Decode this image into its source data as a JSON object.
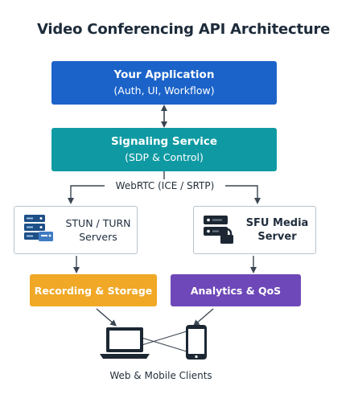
{
  "title": "Video Conferencing API Architecture",
  "app": {
    "title": "Your Application",
    "subtitle": "(Auth, UI, Workflow)"
  },
  "signaling": {
    "title": "Signaling Service",
    "subtitle": "(SDP & Control)"
  },
  "transport_label": "WebRTC (ICE / SRTP)",
  "stun": {
    "line1": "STUN / TURN",
    "line2": "Servers",
    "icon": "server-rack-icon"
  },
  "sfu": {
    "line1": "SFU Media",
    "line2": "Server",
    "icon": "media-server-lock-icon"
  },
  "recording": {
    "label": "Recording & Storage"
  },
  "analytics": {
    "label": "Analytics & QoS"
  },
  "clients": {
    "label": "Web & Mobile Clients",
    "icons": [
      "laptop-icon",
      "phone-icon"
    ]
  },
  "colors": {
    "app": "#1b63c9",
    "signaling": "#0f9aa3",
    "recording": "#f0a826",
    "analytics": "#6e48b8",
    "server_icon": "#1e4f86",
    "arrow": "#3a4652"
  }
}
